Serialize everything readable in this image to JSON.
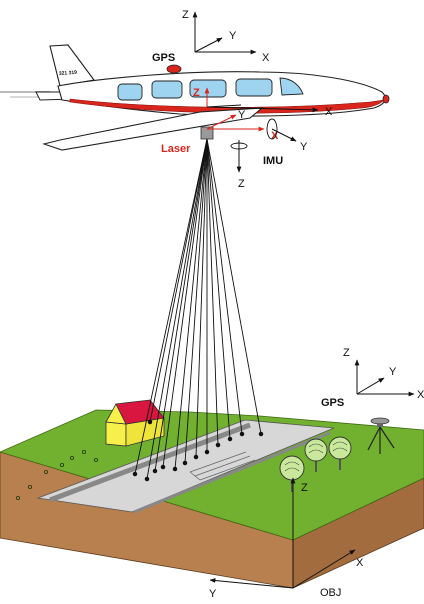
{
  "labels": {
    "top_axes": {
      "z": "Z",
      "y": "Y",
      "x": "X"
    },
    "gps_aircraft": "GPS",
    "aircraft_registration": "321 319",
    "aircraft_axes": {
      "z": "Z",
      "y": "Y",
      "x": "X"
    },
    "laser_axes": {
      "y": "Y",
      "x": "X"
    },
    "imu_axes": {
      "y": "Y",
      "z": "Z"
    },
    "laser": "Laser",
    "imu": "IMU",
    "ground_gps_axes": {
      "z": "Z",
      "y": "Y",
      "x": "X"
    },
    "ground_gps": "GPS",
    "obj_axes": {
      "z": "Z",
      "x": "X",
      "y": "Y"
    },
    "obj": "OBJ"
  },
  "colors": {
    "grass": "#72b030",
    "soil": "#b8804e",
    "road": "#d7d7d7",
    "house_wall": "#f7f04a",
    "house_roof": "#d8163f",
    "window": "#9fd4f0",
    "accent_red": "#d8261c"
  }
}
